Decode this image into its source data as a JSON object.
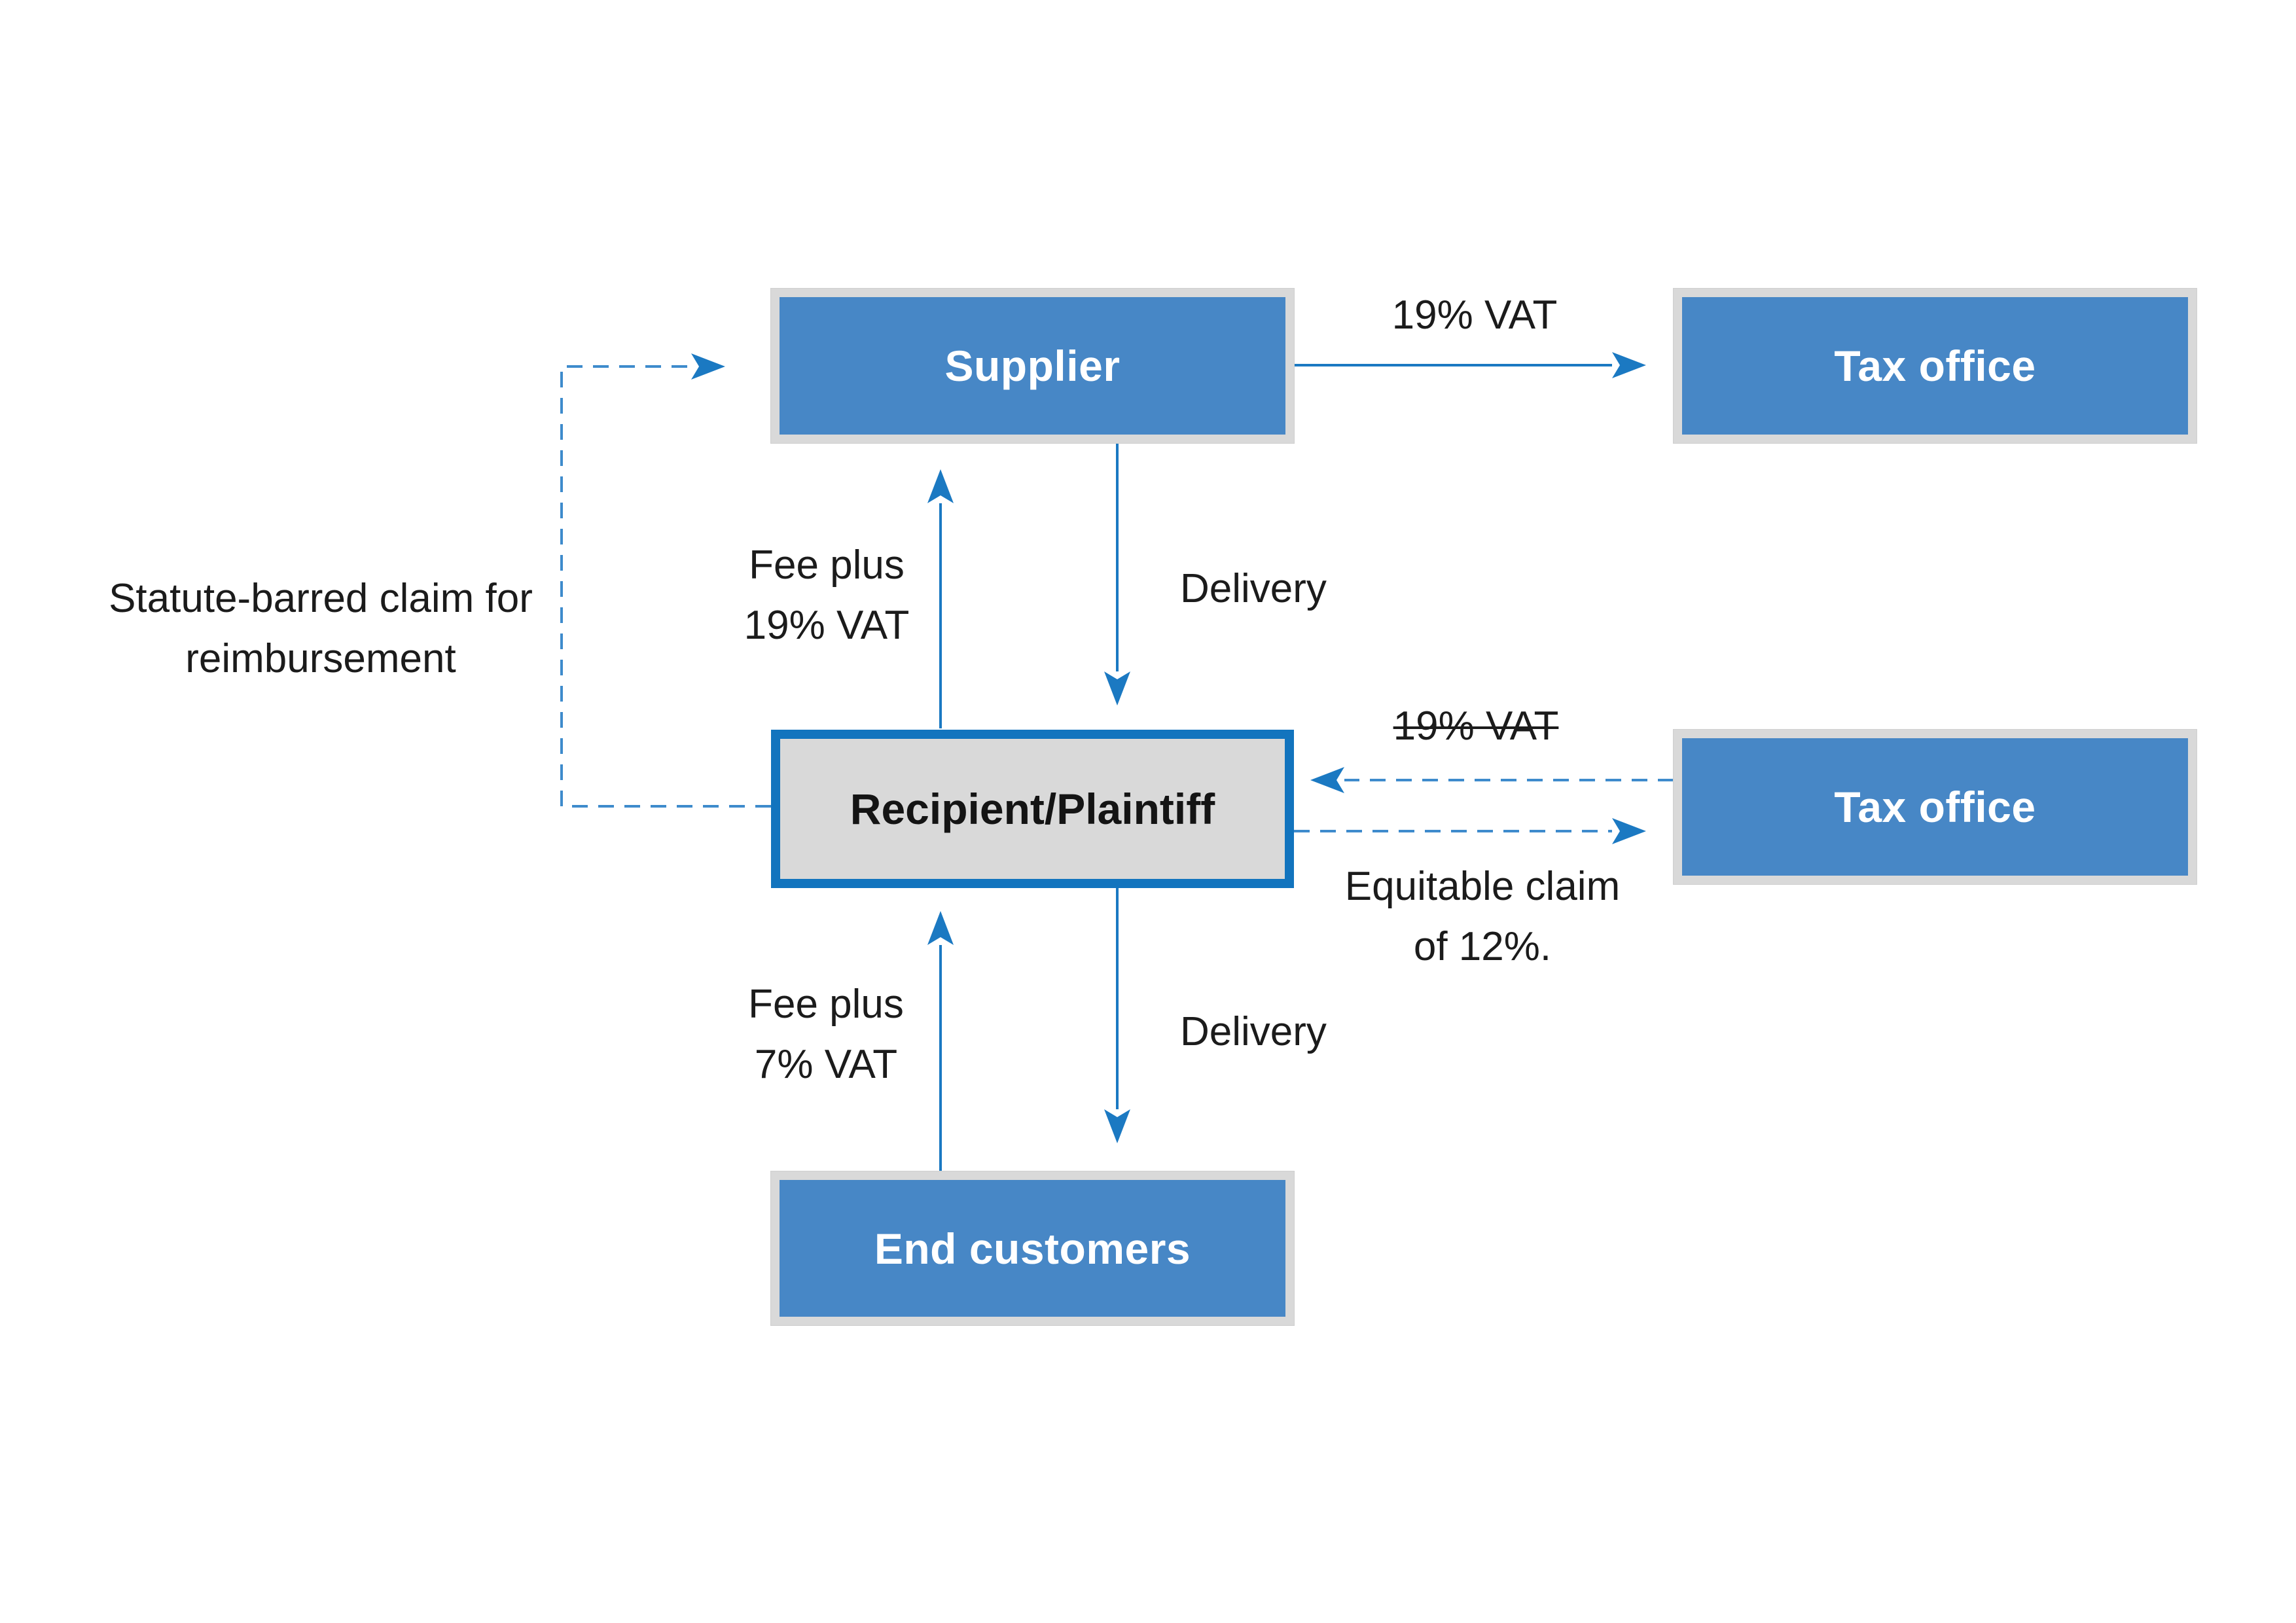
{
  "diagram": {
    "title": "VAT flow diagram",
    "boxes": {
      "supplier": {
        "label": "Supplier"
      },
      "tax_office_top": {
        "label": "Tax office"
      },
      "recipient": {
        "label": "Recipient/Plaintiff"
      },
      "tax_office_right": {
        "label": "Tax office"
      },
      "end_customers": {
        "label": "End customers"
      }
    },
    "labels": {
      "vat19_top": "19% VAT",
      "fee_plus_19vat": "Fee plus\n19% VAT",
      "delivery_top": "Delivery",
      "statute_barred": "Statute-barred claim for\nreimbursement",
      "vat19_struck": "19% VAT",
      "equitable_claim": "Equitable claim\nof 12%.",
      "fee_plus_7vat": "Fee plus\n7% VAT",
      "delivery_bottom": "Delivery"
    },
    "colors": {
      "box_fill": "#4787C6",
      "box_border_gray": "#D9D9D9",
      "recipient_fill": "#D9D9D9",
      "recipient_border": "#1274BE",
      "arrow_solid": "#1B79C2",
      "arrow_dashed": "#3E8BCC",
      "label_text": "#1B1B1B",
      "box_text": "#FFFFFF",
      "background": "#FFFFFF"
    }
  }
}
